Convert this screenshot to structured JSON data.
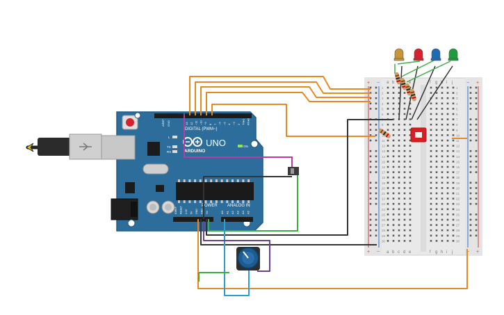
{
  "board": {
    "name": "UNO",
    "brand": "ARDUINO",
    "digital_header": "DIGITAL (PWM~)",
    "power_label": "POWER",
    "analog_label": "ANALOG IN",
    "on_label": "ON",
    "l_label": "L",
    "tx_label": "TX",
    "rx_label": "RX",
    "aref_label": "AREF",
    "gnd_label": "GND",
    "digital_pins": [
      "13",
      "12",
      "~11",
      "~10",
      "~9",
      "8",
      "7",
      "~6",
      "~5",
      "4",
      "~3",
      "2",
      "TX▸1",
      "RX◂0"
    ],
    "power_pins": [
      "IOREF",
      "RESET",
      "3.3V",
      "5V",
      "GND",
      "GND",
      "Vin"
    ],
    "analog_pins": [
      "A0",
      "A1",
      "A2",
      "A3",
      "A4",
      "A5"
    ]
  },
  "breadboard": {
    "column_letters_left": [
      "a",
      "b",
      "c",
      "d",
      "e"
    ],
    "column_letters_right": [
      "f",
      "g",
      "h",
      "i",
      "j"
    ],
    "row_numbers": [
      "1",
      "2",
      "3",
      "4",
      "5",
      "6",
      "7",
      "8",
      "9",
      "10",
      "11",
      "12",
      "13",
      "14",
      "15",
      "16",
      "17",
      "18",
      "19",
      "20",
      "21",
      "22",
      "23",
      "24",
      "25",
      "26",
      "27",
      "28",
      "29",
      "30"
    ],
    "rail_plus": "+",
    "rail_minus": "−"
  },
  "leds": [
    {
      "color_name": "yellow",
      "hex": "#c8963a"
    },
    {
      "color_name": "red",
      "hex": "#d6212e"
    },
    {
      "color_name": "blue",
      "hex": "#1d6bb3"
    },
    {
      "color_name": "green",
      "hex": "#1f9a3c"
    }
  ],
  "colors": {
    "board": "#2d6d9b",
    "board_edge": "#245a82",
    "wire_orange": "#e8891d",
    "wire_magenta": "#b63ba9",
    "wire_green": "#3dae46",
    "wire_black": "#333333",
    "wire_blue": "#2c9fcb",
    "wire_purple": "#6b3f8f",
    "breadboard": "#ececec",
    "rail_red": "#d93a3a",
    "rail_blue": "#2f6fd0"
  },
  "icons": [
    "usb-cable-icon",
    "dc-jack-icon",
    "potentiometer-icon",
    "slide-switch-icon",
    "red-button-icon"
  ]
}
